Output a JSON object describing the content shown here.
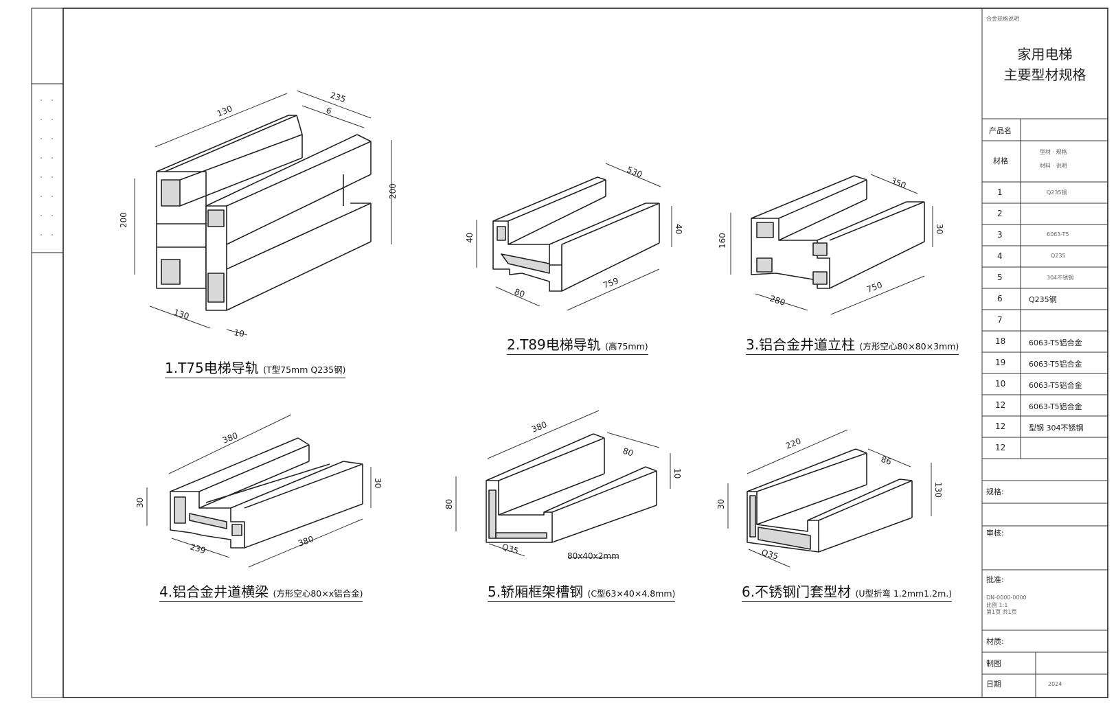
{
  "drawing": {
    "items": [
      {
        "title": "1.T75电梯导轨",
        "spec": "(T型75mm   Q235钢)",
        "dims": {
          "top": "130",
          "width": "235",
          "inner": "6",
          "height": "200",
          "height_right": "200",
          "base": "130",
          "depth": "10"
        }
      },
      {
        "title": "2.T89电梯导轨",
        "spec": "(高75mm)",
        "dims": {
          "top": "530",
          "left": "40",
          "right": "40",
          "base": "80",
          "length": "759"
        }
      },
      {
        "title": "3.铝合金井道立柱",
        "spec": "(方形空心80×80×3mm)",
        "dims": {
          "top": "350",
          "left": "160",
          "right": "30",
          "base": "280",
          "length": "750"
        }
      },
      {
        "title": "4.铝合金井道横梁",
        "spec": "(方形空心80×x铝合金)",
        "dims": {
          "top": "380",
          "left": "30",
          "right": "30",
          "base": "239",
          "length": "380"
        }
      },
      {
        "title": "5.轿厢框架槽钢",
        "spec": "(C型63×40×4.8mm)",
        "dims": {
          "top": "380",
          "width": "80",
          "left": "80",
          "right": "10",
          "base": "Q35",
          "size": "80x40x2mm"
        }
      },
      {
        "title": "6.不锈钢门套型材",
        "spec": "(U型折弯 1.2mm1.2m.)",
        "dims": {
          "top": "220",
          "width": "86",
          "left": "30",
          "right": "130",
          "base": "Q35"
        }
      }
    ]
  },
  "title_block": {
    "top_note": "合金规格说明",
    "title_line1": "家用电梯",
    "title_line2": "主要型材规格",
    "product_label": "产品名",
    "material_label": "材格",
    "material_note_1": "型材 · 规格",
    "material_note_2": "材料 · 说明",
    "rows": [
      {
        "num": "1",
        "material": "Q235钢"
      },
      {
        "num": "2",
        "material": ""
      },
      {
        "num": "3",
        "material": "6063-T5"
      },
      {
        "num": "4",
        "material": "Q235"
      },
      {
        "num": "5",
        "material": "304不锈钢"
      },
      {
        "num": "6",
        "material": "Q235钢"
      },
      {
        "num": "7",
        "material": ""
      },
      {
        "num": "18",
        "material": "6063-T5铝合金"
      },
      {
        "num": "19",
        "material": "6063-T5铝合金"
      },
      {
        "num": "10",
        "material": "6063-T5铝合金"
      },
      {
        "num": "12",
        "material": "6063-T5铝合金"
      },
      {
        "num": "12",
        "material": "型钢   304不锈钢"
      },
      {
        "num": "12",
        "material": ""
      }
    ],
    "design_label": "规格:",
    "check_label": "审核:",
    "approve_label": "批准:",
    "approve_note_1": "DN-0000-0000",
    "approve_note_2": "比例 1:1",
    "approve_note_3": "第1页 共1页",
    "material2_label": "材质:",
    "drawn_label": "制图",
    "date_label": "日期",
    "date_note": "2024"
  }
}
